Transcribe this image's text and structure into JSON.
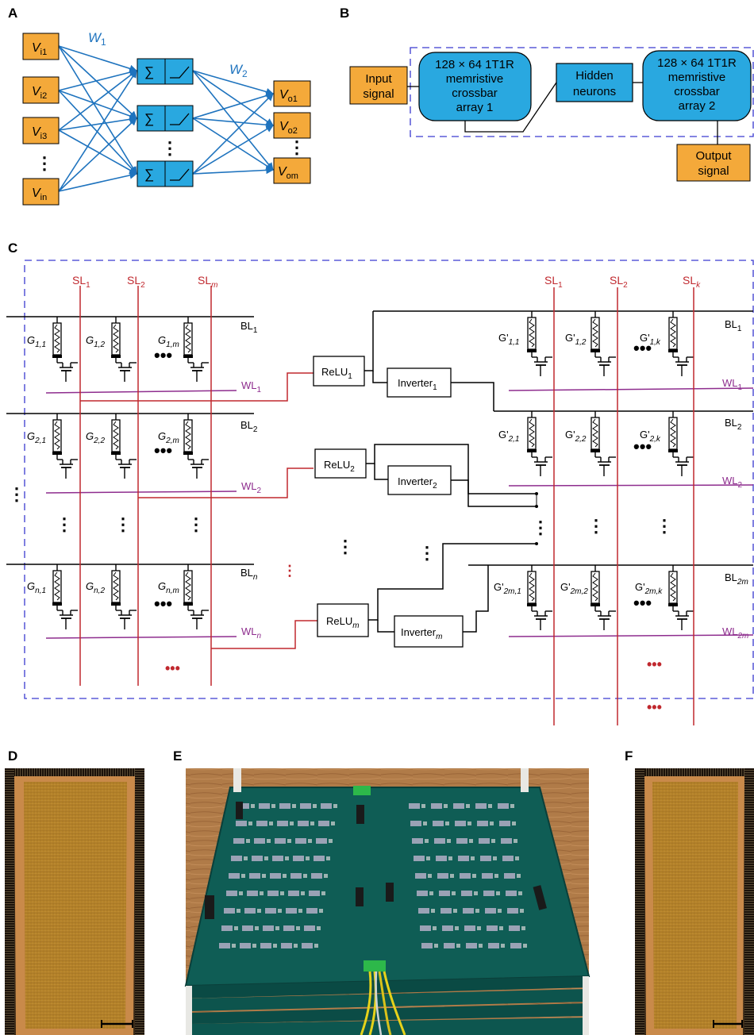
{
  "panels": {
    "a": "A",
    "b": "B",
    "c": "C",
    "d": "D",
    "e": "E",
    "f": "F"
  },
  "panel_a": {
    "inputs": [
      {
        "main": "V",
        "sub": "i1"
      },
      {
        "main": "V",
        "sub": "i2"
      },
      {
        "main": "V",
        "sub": "i3"
      },
      {
        "main": "V",
        "sub": "in"
      }
    ],
    "outputs": [
      {
        "main": "V",
        "sub": "o1"
      },
      {
        "main": "V",
        "sub": "o2"
      },
      {
        "main": "V",
        "sub": "om"
      }
    ],
    "w1": {
      "main": "W",
      "sub": "1"
    },
    "w2": {
      "main": "W",
      "sub": "2"
    },
    "sum_symbol": "∑",
    "ellipsis": "⋮"
  },
  "panel_b": {
    "input_signal": [
      "Input",
      "signal"
    ],
    "array1": [
      "128 × 64 1T1R",
      "memristive",
      "crossbar",
      "array 1"
    ],
    "hidden": [
      "Hidden",
      "neurons"
    ],
    "array2": [
      "128 × 64 1T1R",
      "memristive",
      "crossbar",
      "array 2"
    ],
    "output_signal": [
      "Output",
      "signal"
    ]
  },
  "panel_c": {
    "sl_left": [
      {
        "m": "SL",
        "s": "1"
      },
      {
        "m": "SL",
        "s": "2"
      },
      {
        "m": "SL",
        "s": "m"
      }
    ],
    "sl_right": [
      {
        "m": "SL",
        "s": "1"
      },
      {
        "m": "SL",
        "s": "2"
      },
      {
        "m": "SL",
        "s": "k"
      }
    ],
    "bl_left": [
      {
        "m": "BL",
        "s": "1"
      },
      {
        "m": "BL",
        "s": "2"
      },
      {
        "m": "BL",
        "s": "n"
      }
    ],
    "bl_right": [
      {
        "m": "BL",
        "s": "1"
      },
      {
        "m": "BL",
        "s": "2"
      },
      {
        "m": "BL",
        "s": "2m"
      }
    ],
    "wl_left": [
      {
        "m": "WL",
        "s": "1"
      },
      {
        "m": "WL",
        "s": "2"
      },
      {
        "m": "WL",
        "s": "n"
      }
    ],
    "wl_right": [
      {
        "m": "WL",
        "s": "1"
      },
      {
        "m": "WL",
        "s": "2"
      },
      {
        "m": "WL",
        "s": "2m"
      }
    ],
    "g_left": [
      [
        {
          "m": "G",
          "s": "1,1"
        },
        {
          "m": "G",
          "s": "1,2"
        },
        {
          "m": "G",
          "s": "1,m"
        }
      ],
      [
        {
          "m": "G",
          "s": "2,1"
        },
        {
          "m": "G",
          "s": "2,2"
        },
        {
          "m": "G",
          "s": "2,m"
        }
      ],
      [
        {
          "m": "G",
          "s": "n,1"
        },
        {
          "m": "G",
          "s": "n,2"
        },
        {
          "m": "G",
          "s": "n,m"
        }
      ]
    ],
    "g_right": [
      [
        {
          "m": "G'",
          "s": "1,1"
        },
        {
          "m": "G'",
          "s": "1,2"
        },
        {
          "m": "G'",
          "s": "1,k"
        }
      ],
      [
        {
          "m": "G'",
          "s": "2,1"
        },
        {
          "m": "G'",
          "s": "2,2"
        },
        {
          "m": "G'",
          "s": "2,k"
        }
      ],
      [
        {
          "m": "G'",
          "s": "2m,1"
        },
        {
          "m": "G'",
          "s": "2m,2"
        },
        {
          "m": "G'",
          "s": "2m,k"
        }
      ]
    ],
    "relu": [
      {
        "m": "ReLU",
        "s": "1"
      },
      {
        "m": "ReLU",
        "s": "2"
      },
      {
        "m": "ReLU",
        "s": "m"
      }
    ],
    "inverter": [
      {
        "m": "Inverter",
        "s": "1"
      },
      {
        "m": "Inverter",
        "s": "2"
      },
      {
        "m": "Inverter",
        "s": "m"
      }
    ],
    "hdots": "•••",
    "vdots": "⋮"
  },
  "colors": {
    "orange": "#f4a93a",
    "cyan": "#29a8e0",
    "wire_blue": "#1e73be",
    "red": "#c0282e",
    "purple": "#8e2d8e",
    "dashed_frame": "#3a3ad0",
    "pcb_green": "#0f5d55",
    "chip_gold": "#b8862c"
  }
}
